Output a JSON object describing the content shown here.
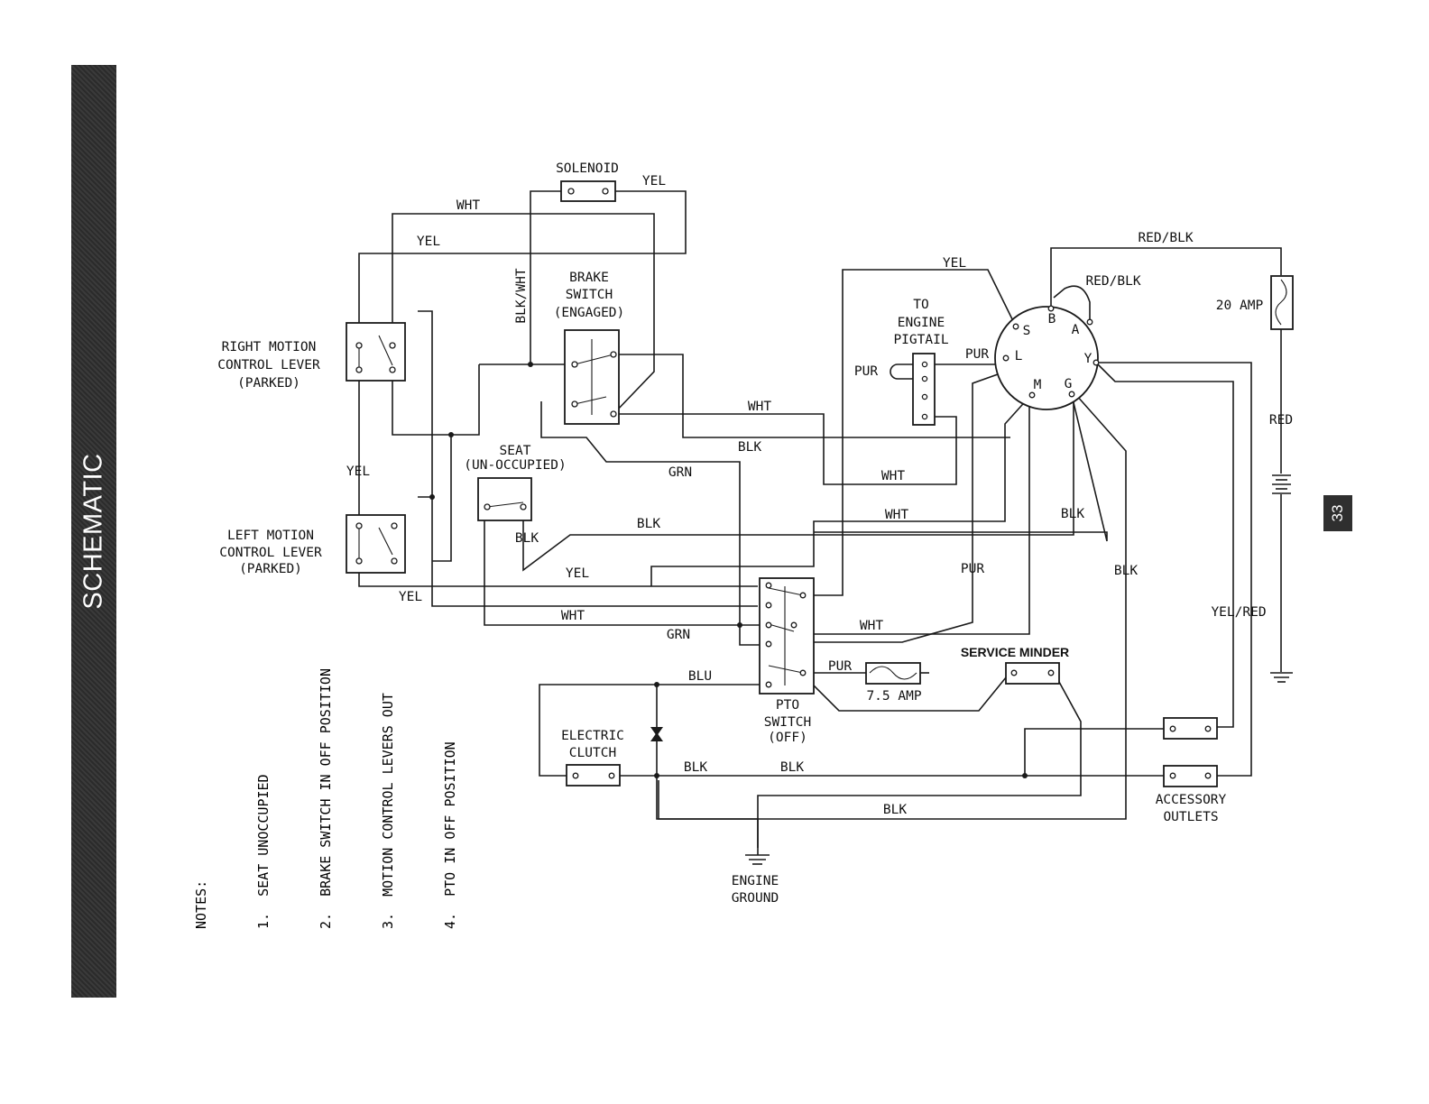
{
  "sidebar": {
    "title": "SCHEMATIC"
  },
  "page": {
    "number": "33"
  },
  "notes": {
    "header": "NOTES:",
    "items": [
      "1.  SEAT UNOCCUPIED",
      "2.  BRAKE SWITCH IN OFF POSITION",
      "3.  MOTION CONTROL LEVERS OUT",
      "4.  PTO IN OFF POSITION"
    ]
  },
  "components": {
    "solenoid": "SOLENOID",
    "brake_switch": [
      "BRAKE",
      "SWITCH",
      "(ENGAGED)"
    ],
    "right_lever": [
      "RIGHT MOTION",
      "CONTROL LEVER",
      "(PARKED)"
    ],
    "left_lever": [
      "LEFT MOTION",
      "CONTROL LEVER",
      "(PARKED)"
    ],
    "seat": [
      "SEAT",
      "(UN-OCCUPIED)"
    ],
    "engine_pigtail": [
      "TO",
      "ENGINE",
      "PIGTAIL"
    ],
    "ignition_terminals": {
      "s": "S",
      "b": "B",
      "a": "A",
      "l": "L",
      "y": "Y",
      "m": "M",
      "g": "G"
    },
    "fuse_20": "20 AMP",
    "fuse_7_5": "7.5 AMP",
    "pto_switch": [
      "PTO",
      "SWITCH",
      "(OFF)"
    ],
    "service_minder": "SERVICE MINDER",
    "electric_clutch": [
      "ELECTRIC",
      "CLUTCH"
    ],
    "accessory_outlets": [
      "ACCESSORY",
      "OUTLETS"
    ],
    "engine_ground": [
      "ENGINE",
      "GROUND"
    ]
  },
  "wire_labels": {
    "sol_yel": "YEL",
    "top_wht": "WHT",
    "top_yel": "YEL",
    "blk_wht": "BLK/WHT",
    "left_yel": "YEL",
    "ign_yel": "YEL",
    "red_blk_top": "RED/BLK",
    "red_blk_inner": "RED/BLK",
    "pur_left": "PUR",
    "pur_right": "PUR",
    "red": "RED",
    "brake_wht": "WHT",
    "brake_blk": "BLK",
    "grn_mid": "GRN",
    "wht_pigtail": "WHT",
    "seat_blk_long": "BLK",
    "wht_m": "WHT",
    "blk_g": "BLK",
    "seat_blk": "BLK",
    "seat_yel": "YEL",
    "pur_vertical": "PUR",
    "blk_right": "BLK",
    "yel_lower": "YEL",
    "seat_wht": "WHT",
    "pto_wht": "WHT",
    "grn_lower": "GRN",
    "yel_red": "YEL/RED",
    "blu": "BLU",
    "pto_pur": "PUR",
    "clutch_blk": "BLK",
    "mid_blk": "BLK",
    "ground_blk": "BLK"
  }
}
